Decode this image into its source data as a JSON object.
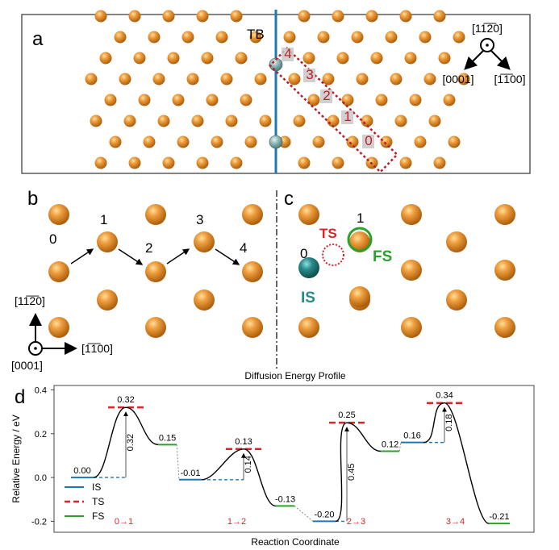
{
  "panels": {
    "a": {
      "letter": "a",
      "tb_label": "TB",
      "site_labels": [
        "4",
        "3",
        "2",
        "1",
        "0"
      ],
      "axes": {
        "top": "[11̅2̅0]",
        "left": "[0001]",
        "right": "[1̅1̅00]"
      }
    },
    "b": {
      "letter": "b",
      "site_labels": [
        "0",
        "1",
        "2",
        "3",
        "4"
      ],
      "axes": {
        "up": "[11̅2̅0]",
        "out": "[0001]",
        "right": "[1̅1̅00]"
      }
    },
    "c": {
      "letter": "c",
      "site_labels": [
        "0",
        "1"
      ],
      "ts_label": "TS",
      "fs_label": "FS",
      "is_label": "IS"
    },
    "d": {
      "letter": "d"
    }
  },
  "colors": {
    "atom": "#e0861e",
    "solute": "#2a8a8a",
    "tb_line": "#1f77b4",
    "path": "#b3202a",
    "is": "#1f77b4",
    "ts": "#d62728",
    "fs": "#2ca02c",
    "curve": "#000000"
  },
  "chart_data": {
    "type": "line",
    "title": "Diffusion Energy Profile",
    "xlabel": "Reaction Coordinate",
    "ylabel": "Relative Energy / eV",
    "ylim": [
      -0.25,
      0.42
    ],
    "yticks": [
      "0.4",
      "0.2",
      "0.0",
      "-0.2"
    ],
    "legend": {
      "placement": "bottom-left",
      "entries": [
        "IS",
        "TS",
        "FS"
      ]
    },
    "steps": [
      {
        "label": "0→1",
        "is": 0.0,
        "ts": 0.32,
        "fs": 0.15,
        "is_text": "0.00",
        "ts_text": "0.32",
        "fs_text": "0.15",
        "barrier_text": "0.32"
      },
      {
        "label": "1→2",
        "is": -0.01,
        "ts": 0.13,
        "fs": -0.13,
        "is_text": "-0.01",
        "ts_text": "0.13",
        "fs_text": "-0.13",
        "barrier_text": "0.14"
      },
      {
        "label": "2→3",
        "is": -0.2,
        "ts": 0.25,
        "fs": 0.12,
        "is_text": "-0.20",
        "ts_text": "0.25",
        "fs_text": "0.12",
        "barrier_text": "0.45"
      },
      {
        "label": "3→4",
        "is": 0.16,
        "ts": 0.34,
        "fs": -0.21,
        "is_text": "0.16",
        "ts_text": "0.34",
        "fs_text": "-0.21",
        "barrier_text": "0.18"
      }
    ]
  }
}
